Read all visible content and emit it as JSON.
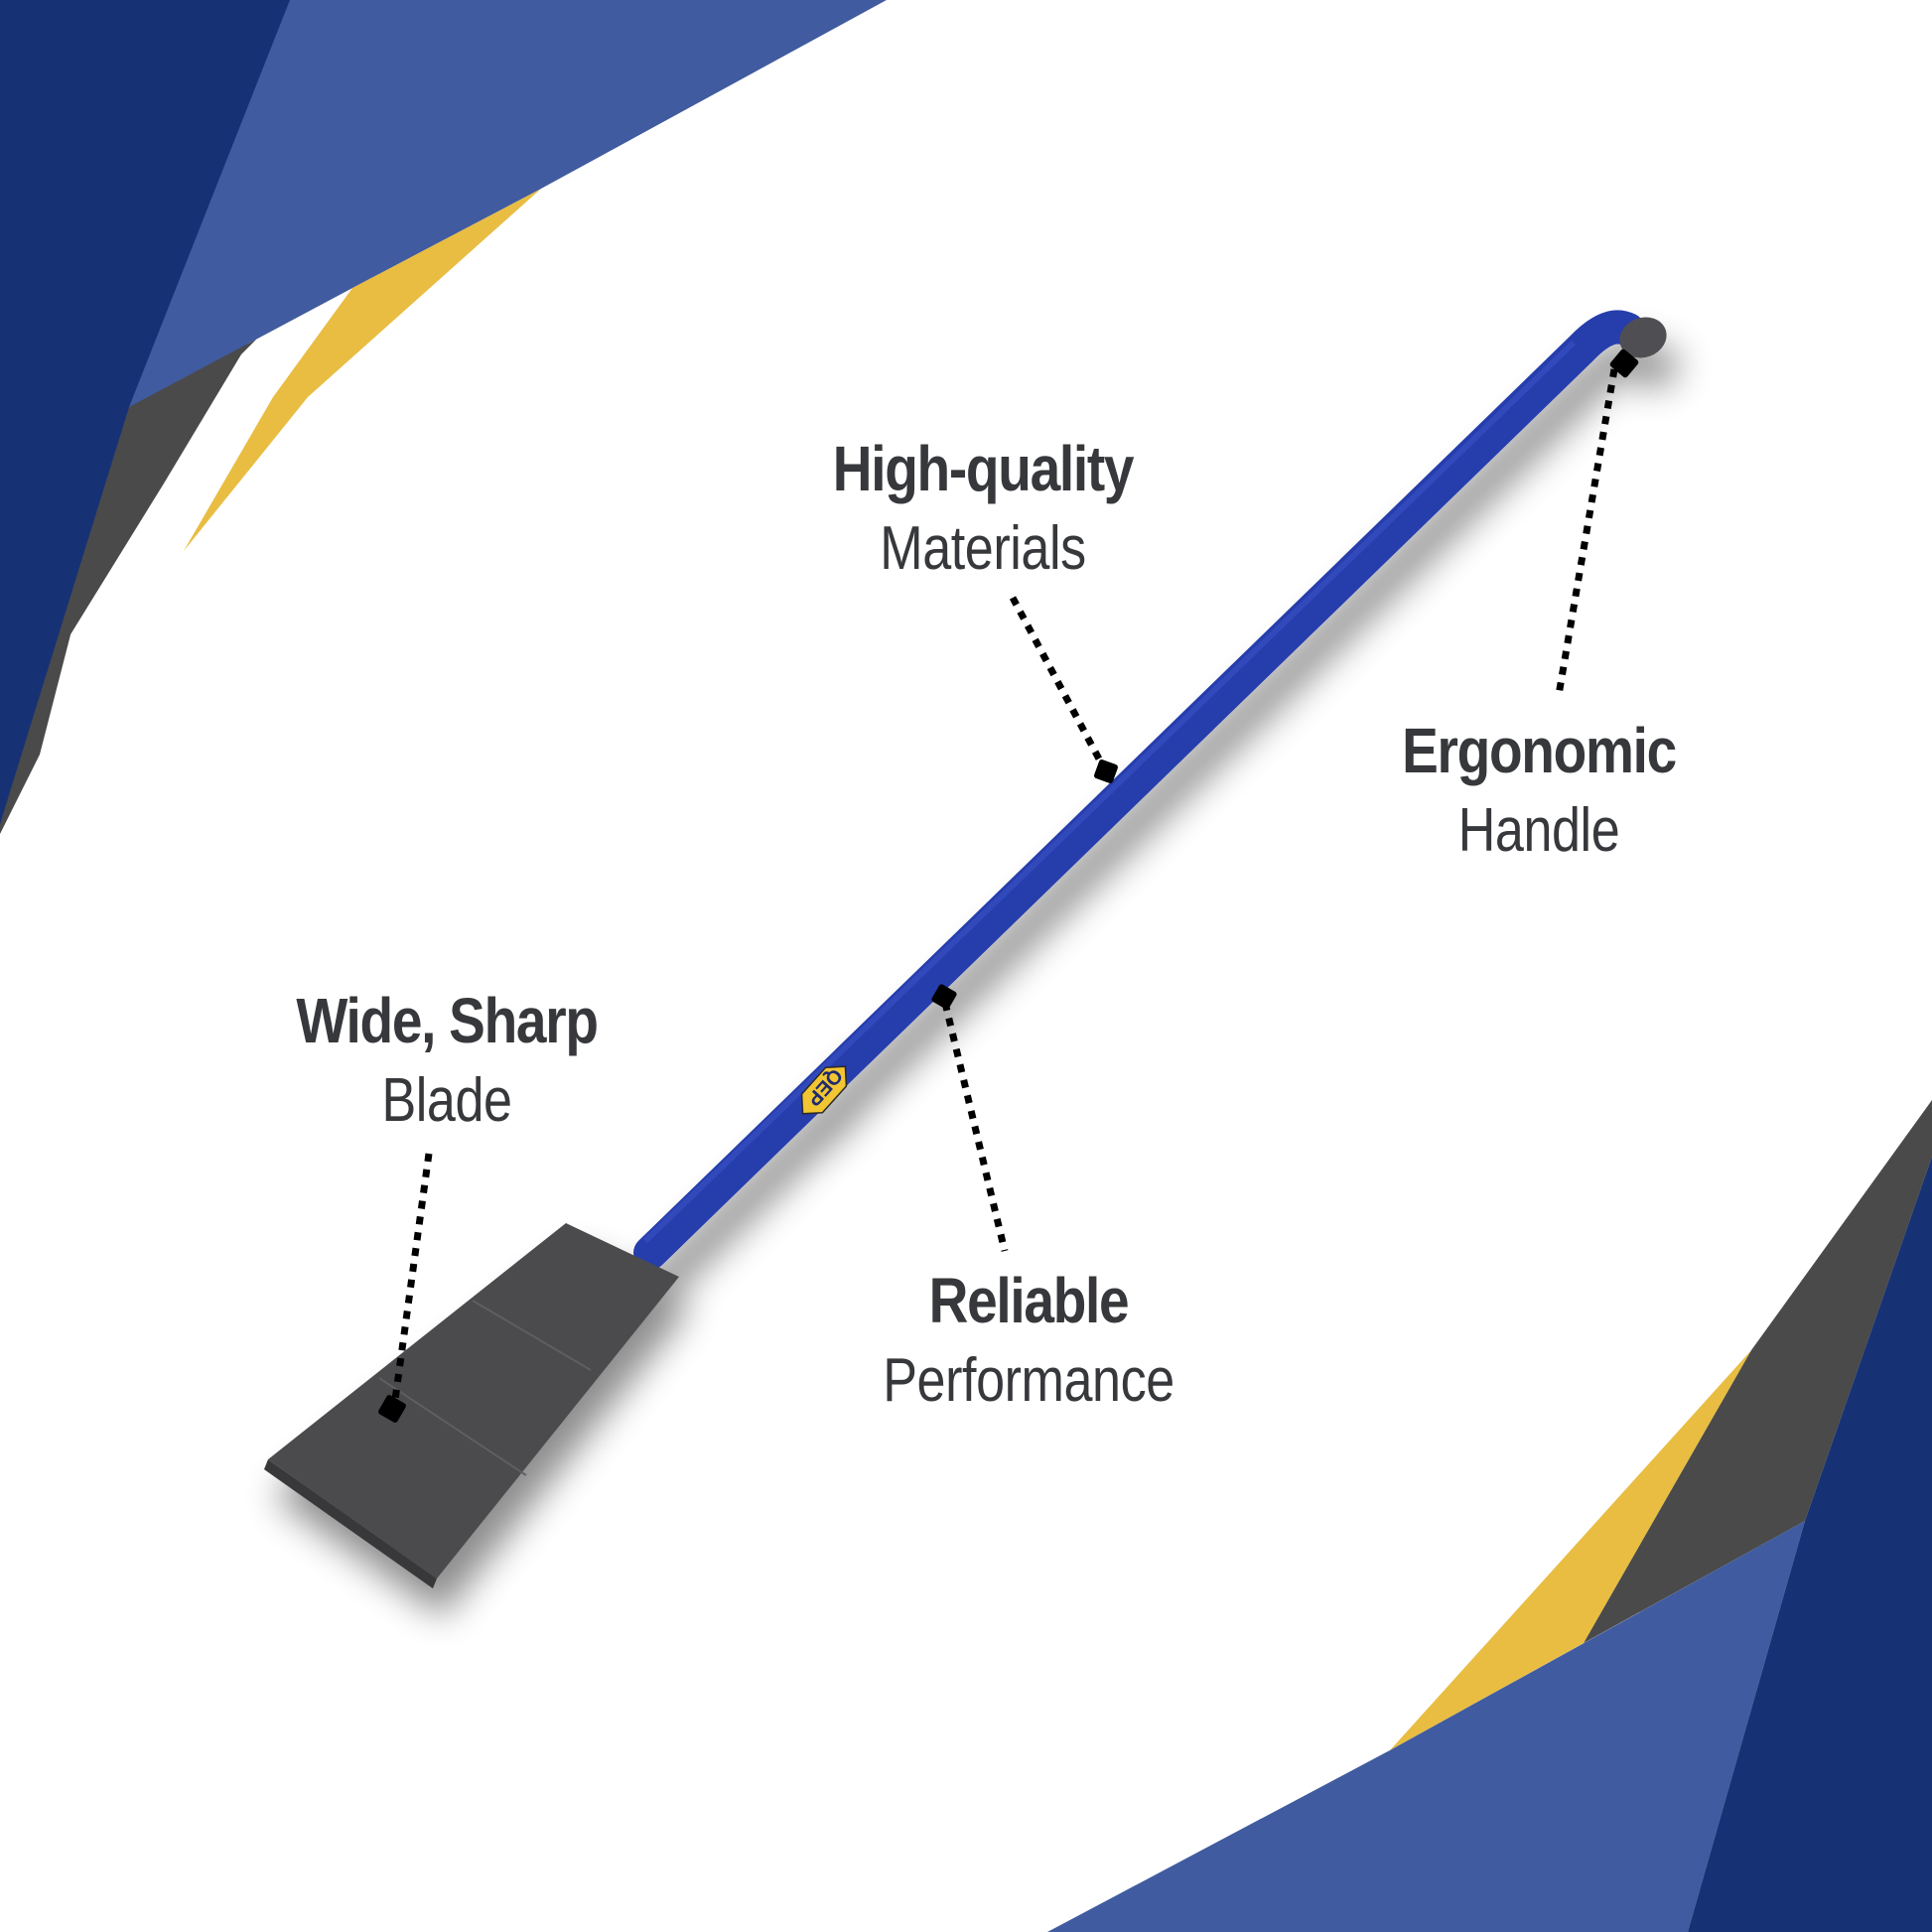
{
  "colors": {
    "background": "#ffffff",
    "navy": "#173274",
    "royal_blue": "#405b9f",
    "charcoal": "#4a4a4a",
    "gold": "#e8bd42",
    "text": "#36383b",
    "handle_blue": "#2438a8",
    "blade_grey": "#4b4b4d",
    "logo_yellow": "#f2c531"
  },
  "product": {
    "logo_text": "QEP"
  },
  "callouts": [
    {
      "id": "materials",
      "title": "High-quality",
      "subtitle": "Materials"
    },
    {
      "id": "handle",
      "title": "Ergonomic",
      "subtitle": "Handle"
    },
    {
      "id": "blade",
      "title": "Wide, Sharp",
      "subtitle": "Blade"
    },
    {
      "id": "performance",
      "title": "Reliable",
      "subtitle": "Performance"
    }
  ]
}
